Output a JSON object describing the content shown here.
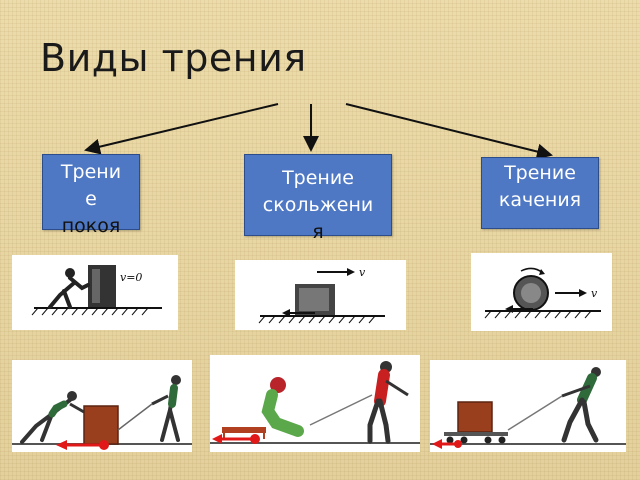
{
  "title": "Виды трения",
  "types": [
    {
      "line1": "Трени",
      "line2": "е",
      "line3": "покоя"
    },
    {
      "line1": "Трение",
      "line2": "скольжени",
      "line3": "я"
    },
    {
      "line1": "Трение",
      "line2": "качения"
    }
  ],
  "labels": {
    "rest_speed": "v=0",
    "slide_speed": "v",
    "roll_speed": "v"
  },
  "colors": {
    "box_fill": "#4f78c4",
    "friction_arrow": "#e01818",
    "background": "#e8d8a6"
  }
}
